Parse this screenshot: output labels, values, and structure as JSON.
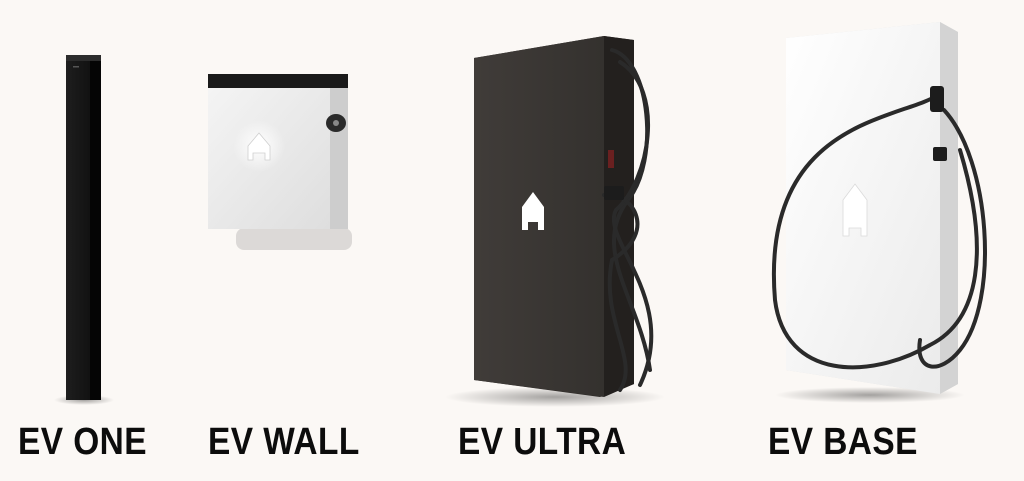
{
  "products": [
    {
      "name": "EV ONE",
      "color": "#161616"
    },
    {
      "name": "EV WALL",
      "color": "#eeeeee"
    },
    {
      "name": "EV ULTRA",
      "color": "#3a3734"
    },
    {
      "name": "EV BASE",
      "color": "#f0f0f0"
    }
  ],
  "colors": {
    "background": "#fbf8f5",
    "label_text": "#0c0c0c",
    "cable": "#2a2a2a",
    "logo": "#ffffff"
  },
  "icons": [
    "house-logo-icon",
    "charging-connector-icon"
  ]
}
